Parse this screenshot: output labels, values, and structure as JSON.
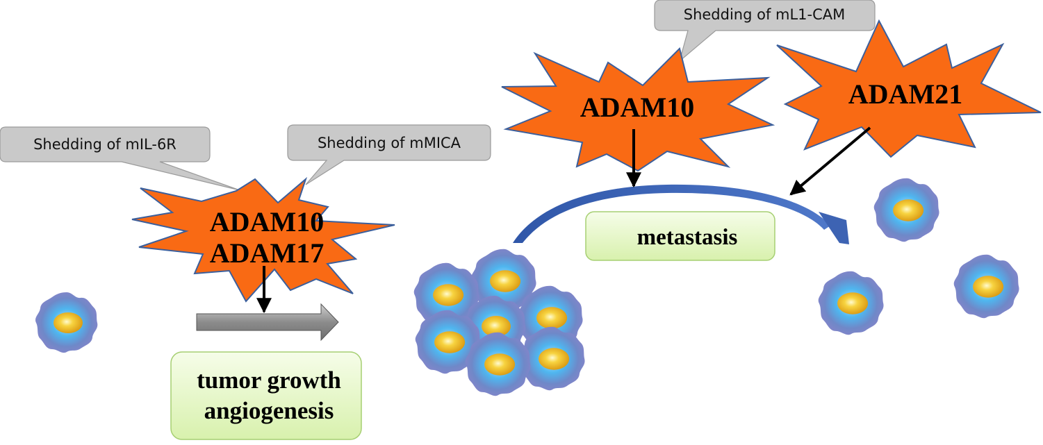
{
  "colors": {
    "star_fill": "#f96a14",
    "star_stroke": "#3b5f9c",
    "callout_fill": "#c9c9c9",
    "callout_stroke": "#9a9a9a",
    "box_fill_top": "#f6fde9",
    "box_fill_bottom": "#d8f1ad",
    "box_stroke": "#a6cf72",
    "cell_body": "#6f88c8",
    "cell_halo": "#4fb6ef",
    "cell_nucleus": "#e6a81b",
    "curve_arrow": "#3d63b3",
    "block_arrow": "#8c8c8c"
  },
  "callouts": {
    "il6r": "Shedding of mIL-6R",
    "mica": "Shedding of mMICA",
    "l1cam": "Shedding of mL1-CAM"
  },
  "stars": {
    "left_line1": "ADAM10",
    "left_line2": "ADAM17",
    "center": "ADAM10",
    "right": "ADAM21"
  },
  "boxes": {
    "tumor_line1": "tumor growth",
    "tumor_line2": "angiogenesis",
    "metastasis": "metastasis"
  },
  "icons": {
    "cell": "tumor-cell-icon",
    "cluster": "tumor-cluster-icon"
  }
}
